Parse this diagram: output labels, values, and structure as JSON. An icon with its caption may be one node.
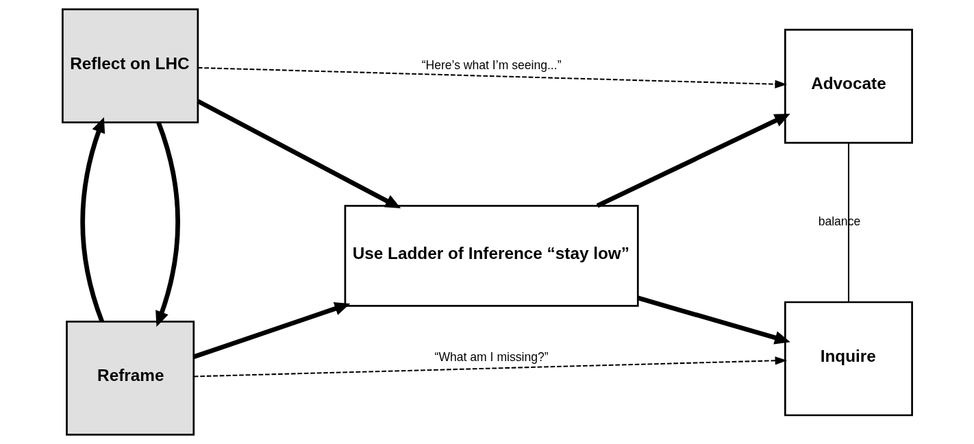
{
  "diagram": {
    "nodes": [
      {
        "text": [
          "Reflect on LHC"
        ]
      },
      {
        "text": [
          "Reframe"
        ]
      },
      {
        "text": [
          "Use Ladder of Inference “stay low”"
        ]
      },
      {
        "text": [
          "Advocate"
        ]
      },
      {
        "text": [
          "Inquire"
        ]
      }
    ],
    "edges": [
      {
        "from": 0,
        "to": 3,
        "arrow": "to",
        "style": "dashed",
        "label": "“Here’s what I’m seeing...”"
      },
      {
        "from": 0,
        "to": 2,
        "arrow": "to"
      },
      {
        "from": 0,
        "to": 1,
        "arrow": "to"
      },
      {
        "from": 1,
        "to": 0,
        "arrow": "to"
      },
      {
        "from": 1,
        "to": 2,
        "arrow": "to"
      },
      {
        "from": 2,
        "to": 3,
        "arrow": "to"
      },
      {
        "from": 2,
        "to": 4,
        "arrow": "to"
      },
      {
        "from": 3,
        "to": 4,
        "arrow": "none",
        "label": "balance"
      },
      {
        "from": 1,
        "to": 4,
        "arrow": "to",
        "style": "dashed",
        "label": "“What am I missing?”"
      }
    ]
  }
}
